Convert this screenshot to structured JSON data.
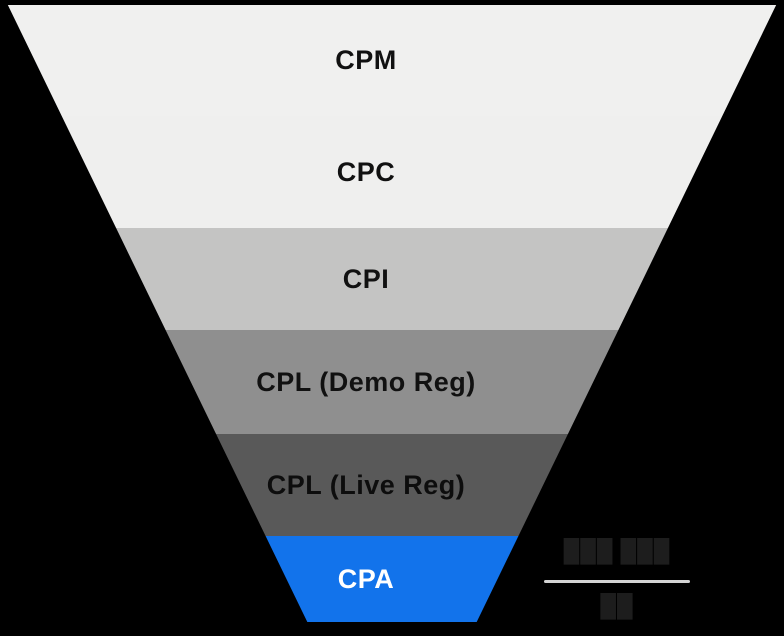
{
  "background_color": "#000000",
  "funnel": {
    "levels": [
      {
        "label": "CPM",
        "color": "#f0f0ef",
        "text_color": "#111111"
      },
      {
        "label": "CPC",
        "color": "#efefee",
        "text_color": "#111111"
      },
      {
        "label": "CPI",
        "color": "#c4c4c3",
        "text_color": "#111111"
      },
      {
        "label": "CPL (Demo Reg)",
        "color": "#8f8f8f",
        "text_color": "#111111"
      },
      {
        "label": "CPL (Live Reg)",
        "color": "#595959",
        "text_color": "#0d0d0d"
      },
      {
        "label": "CPA",
        "color": "#1273eb",
        "text_color": "#ffffff"
      }
    ]
  },
  "formula": {
    "numerator": "███ ███",
    "denominator": "██",
    "numerator_color": "#1d1d1d",
    "denominator_color": "#1d1d1d",
    "divider_color": "#d4d4d4"
  }
}
